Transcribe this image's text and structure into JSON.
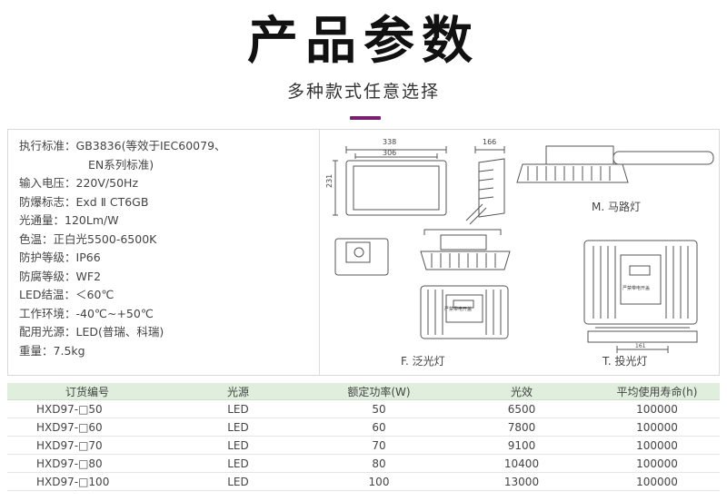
{
  "header": {
    "title": "产品参数",
    "subtitle": "多种款式任意选择",
    "accent_color": "#7a1f6b"
  },
  "specs": [
    {
      "label": "执行标准：",
      "value": "GB3836(等效于IEC60079、"
    },
    {
      "label": "",
      "value": "EN系列标准)"
    },
    {
      "label": "输入电压：",
      "value": "220V/50Hz"
    },
    {
      "label": "防爆标志：",
      "value": "Exd Ⅱ CT6GB"
    },
    {
      "label": "光通量：",
      "value": "120Lm/W"
    },
    {
      "label": "色温：",
      "value": "正白光5500-6500K"
    },
    {
      "label": "防护等级：",
      "value": "IP66"
    },
    {
      "label": "防腐等级：",
      "value": "WF2"
    },
    {
      "label": "LED结温：",
      "value": "＜60℃"
    },
    {
      "label": "工作环境：",
      "value": "-40℃~+50℃"
    },
    {
      "label": "配用光源：",
      "value": "LED(普瑞、科瑞)"
    },
    {
      "label": "重量：",
      "value": "7.5kg"
    }
  ],
  "drawings": {
    "dim_width_outer": "338",
    "dim_width_inner": "306",
    "dim_height": "231",
    "dim_depth": "166",
    "caption_m": "M. 马路灯",
    "caption_f": "F. 泛光灯",
    "caption_t": "T. 投光灯",
    "plate_text": "严禁带电开盖",
    "dim_bottom": "161"
  },
  "table": {
    "header_color": "#dfeedd",
    "columns": [
      "订货编号",
      "光源",
      "额定功率(W)",
      "光效",
      "平均使用寿命(h)"
    ],
    "rows": [
      [
        "HXD97-□50",
        "LED",
        "50",
        "6500",
        "100000"
      ],
      [
        "HXD97-□60",
        "LED",
        "60",
        "7800",
        "100000"
      ],
      [
        "HXD97-□70",
        "LED",
        "70",
        "9100",
        "100000"
      ],
      [
        "HXD97-□80",
        "LED",
        "80",
        "10400",
        "100000"
      ],
      [
        "HXD97-□100",
        "LED",
        "100",
        "13000",
        "100000"
      ]
    ]
  }
}
